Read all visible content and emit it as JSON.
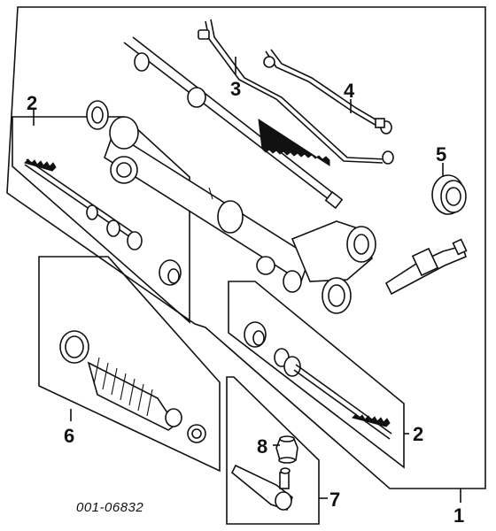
{
  "figure": {
    "callouts": {
      "c1": "1",
      "c2_left": "2",
      "c2_right": "2",
      "c3": "3",
      "c4": "4",
      "c5": "5",
      "c6": "6",
      "c7": "7",
      "c8": "8"
    },
    "diagram_code": "001-06832"
  }
}
